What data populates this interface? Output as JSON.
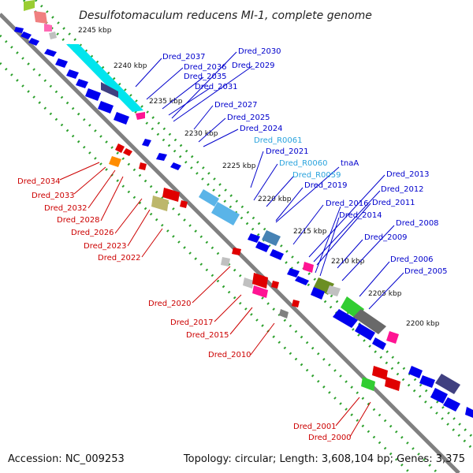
{
  "title": "Desulfotomaculum reducens MI-1, complete genome",
  "footer": {
    "accession": "Accession: NC_009253",
    "summary": "Topology: circular; Length: 3,608,104 bp; Genes: 3,375"
  },
  "kbp_ticks": [
    "2245 kbp",
    "2240 kbp",
    "2235 kbp",
    "2230 kbp",
    "2225 kbp",
    "2220 kbp",
    "2215 kbp",
    "2210 kbp",
    "2205 kbp",
    "2200 kbp"
  ],
  "forward_labels": [
    "Dred_2037",
    "Dred_2036",
    "Dred_2035",
    "Dred_2031",
    "Dred_2030",
    "Dred_2029",
    "Dred_2027",
    "Dred_2025",
    "Dred_2024",
    "Dred_R0061",
    "Dred_2021",
    "Dred_R0060",
    "tnaA",
    "Dred_R0059",
    "Dred_2019",
    "Dred_2013",
    "Dred_2012",
    "Dred_2011",
    "Dred_2016",
    "Dred_2014",
    "Dred_2008",
    "Dred_2009",
    "Dred_2006",
    "Dred_2005"
  ],
  "reverse_labels": [
    "Dred_2034",
    "Dred_2033",
    "Dred_2032",
    "Dred_2028",
    "Dred_2026",
    "Dred_2023",
    "Dred_2022",
    "Dred_2020",
    "Dred_2017",
    "Dred_2015",
    "Dred_2010",
    "Dred_2001",
    "Dred_2000"
  ],
  "colors": {
    "backbone": "#808080",
    "dots": "#2ca02c",
    "cds": "#0000ee",
    "rna": "#5ab4e8",
    "reverse": "#e00000",
    "forward_label": "#0000cc",
    "rna_label": "#29a3dd",
    "reverse_label": "#cc0000"
  }
}
